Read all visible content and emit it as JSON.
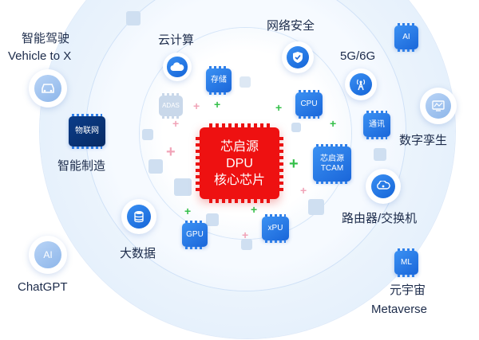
{
  "center_chip": {
    "line1": "芯启源",
    "line2": "DPU",
    "line3": "核心芯片"
  },
  "labels": {
    "intelligent_driving": "智能驾驶",
    "vehicle_to_x": "Vehicle to X",
    "cloud_computing": "云计算",
    "network_security": "网络安全",
    "fiveg": "5G/6G",
    "digital_twin": "数字孪生",
    "intelligent_manufacturing": "智能制造",
    "router_switch": "路由器/交换机",
    "big_data": "大数据",
    "chatgpt": "ChatGPT",
    "metaverse_cn": "元宇宙",
    "metaverse_en": "Metaverse"
  },
  "chips": {
    "storage": "存储",
    "cpu": "CPU",
    "comm": "通讯",
    "iot": "物联网",
    "tcam_line1": "芯启源",
    "tcam_line2": "TCAM",
    "gpu": "GPU",
    "xpu": "xPU",
    "ai": "AI",
    "ml": "ML",
    "adas": "ADAS"
  },
  "circle_text": {
    "ai": "AI"
  },
  "colors": {
    "primary_blue": "#1a6ad9",
    "center_red": "#ee1111",
    "plus_green": "#35c04a",
    "plus_pink": "#f1a4b8",
    "text_dark": "#1c2b4a"
  }
}
